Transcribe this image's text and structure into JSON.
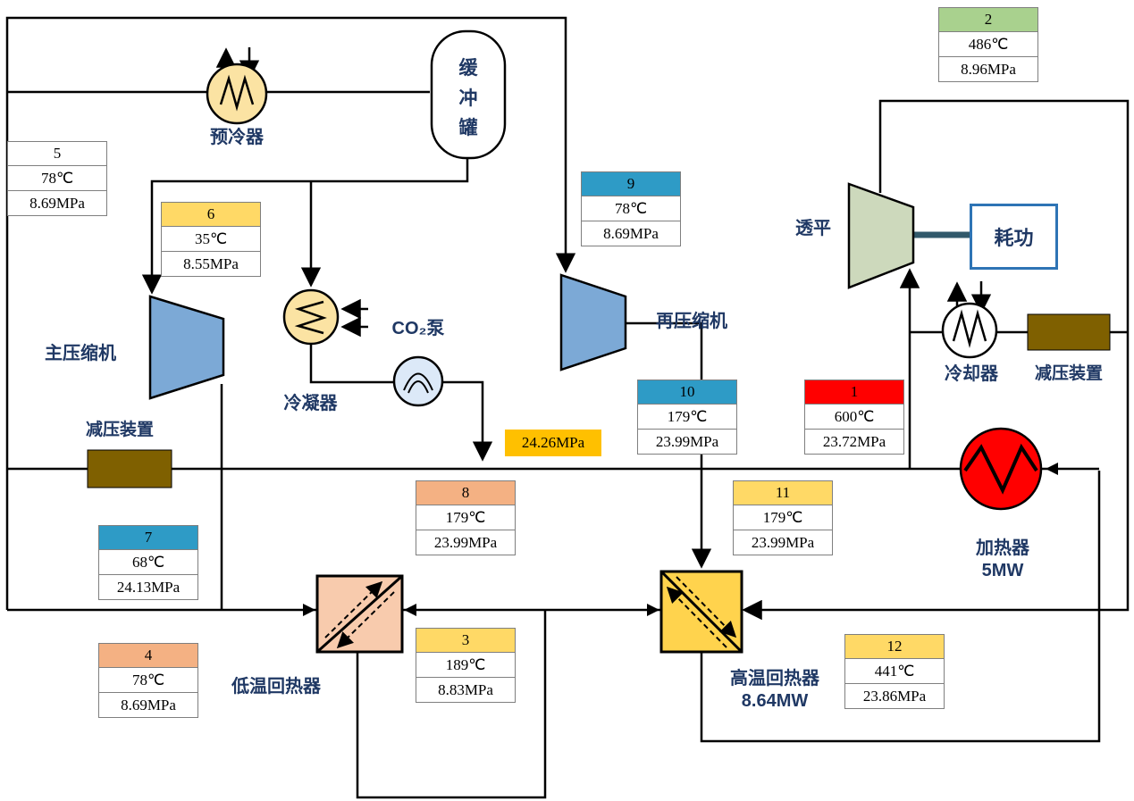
{
  "colors": {
    "line": "#000000",
    "label_text": "#1F3864",
    "compressor_fill": "#7CA9D6",
    "turbine_fill": "#CDD9BC",
    "exchanger_fill": "#FBE3A3",
    "pump_fill": "#DCE9F8",
    "cooler_fill": "#FFFFFF",
    "heater_fill": "#FF0000",
    "reducer_fill": "#7F6000",
    "ltr_fill": "#F8CBAD",
    "htr_fill": "#FFD34D",
    "tank_fill": "#FFFFFF",
    "badge_bg": "#FFC000",
    "shaft": "#31596B",
    "header_blue": "#2E9BC6",
    "header_yellow": "#FFD966",
    "header_salmon": "#F4B183",
    "header_green": "#A9D18E",
    "header_red": "#FF0000",
    "header_white": "#FFFFFF"
  },
  "components": {
    "precooler": {
      "label": "预冷器"
    },
    "buffer_tank": {
      "label": "缓冲罐"
    },
    "main_compressor": {
      "label": "主压缩机"
    },
    "condenser": {
      "label": "冷凝器"
    },
    "co2_pump": {
      "label": "CO₂泵"
    },
    "recompressor": {
      "label": "再压缩机"
    },
    "turbine": {
      "label": "透平"
    },
    "work_output": {
      "label": "耗功"
    },
    "cooler": {
      "label": "冷却器"
    },
    "reducer_right": {
      "label": "减压装置"
    },
    "reducer_left": {
      "label": "减压装置"
    },
    "heater": {
      "label": "加热器",
      "power": "5MW"
    },
    "ltr": {
      "label": "低温回热器"
    },
    "htr": {
      "label": "高温回热器",
      "power": "8.64MW"
    }
  },
  "badge": {
    "pressure": "24.26MPa"
  },
  "states": {
    "s1": {
      "id": "1",
      "temp": "600℃",
      "pressure": "23.72MPa",
      "color": "#FF0000"
    },
    "s2": {
      "id": "2",
      "temp": "486℃",
      "pressure": "8.96MPa",
      "color": "#A9D18E"
    },
    "s3": {
      "id": "3",
      "temp": "189℃",
      "pressure": "8.83MPa",
      "color": "#FFD966"
    },
    "s4": {
      "id": "4",
      "temp": "78℃",
      "pressure": "8.69MPa",
      "color": "#F4B183"
    },
    "s5": {
      "id": "5",
      "temp": "78℃",
      "pressure": "8.69MPa",
      "color": "#FFFFFF"
    },
    "s6": {
      "id": "6",
      "temp": "35℃",
      "pressure": "8.55MPa",
      "color": "#FFD966"
    },
    "s7": {
      "id": "7",
      "temp": "68℃",
      "pressure": "24.13MPa",
      "color": "#2E9BC6"
    },
    "s8": {
      "id": "8",
      "temp": "179℃",
      "pressure": "23.99MPa",
      "color": "#F4B183"
    },
    "s9": {
      "id": "9",
      "temp": "78℃",
      "pressure": "8.69MPa",
      "color": "#2E9BC6"
    },
    "s10": {
      "id": "10",
      "temp": "179℃",
      "pressure": "23.99MPa",
      "color": "#2E9BC6"
    },
    "s11": {
      "id": "11",
      "temp": "179℃",
      "pressure": "23.99MPa",
      "color": "#FFD966"
    },
    "s12": {
      "id": "12",
      "temp": "441℃",
      "pressure": "23.86MPa",
      "color": "#FFD966"
    }
  }
}
